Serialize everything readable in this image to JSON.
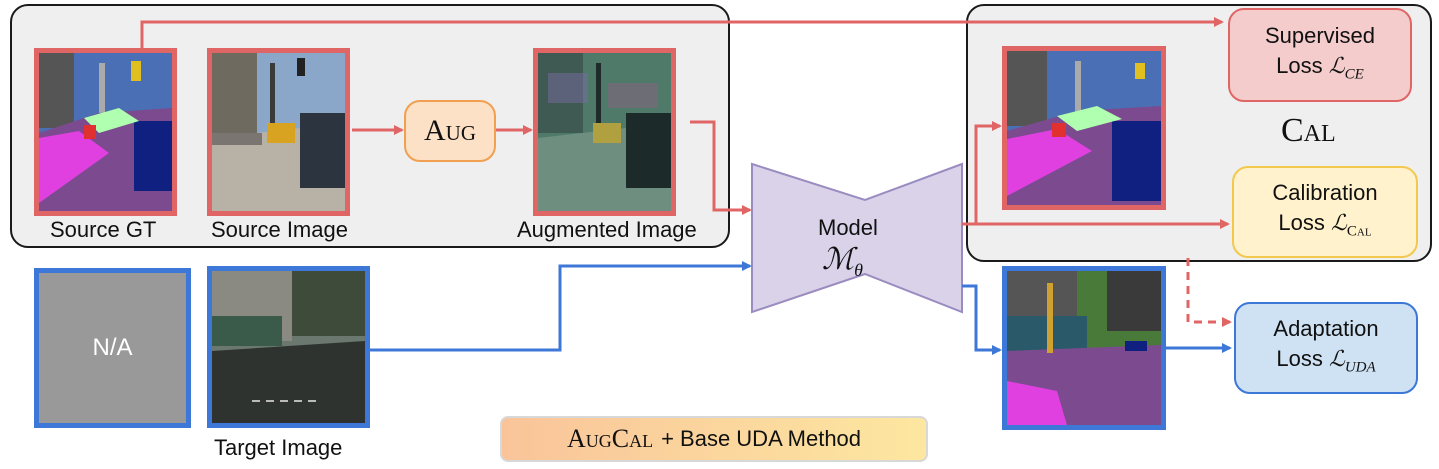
{
  "images": {
    "source_gt": {
      "caption": "Source GT"
    },
    "source_image": {
      "caption": "Source Image"
    },
    "augmented_image": {
      "caption": "Augmented Image"
    },
    "na_box": {
      "label": "N/A"
    },
    "target_image": {
      "caption": "Target Image"
    }
  },
  "aug_box": {
    "label": "Aug"
  },
  "model": {
    "label": "Model",
    "symbol_main": "ℳ",
    "symbol_sub": "θ"
  },
  "cal_label": "Cal",
  "losses": {
    "supervised": {
      "line1": "Supervised",
      "line2_prefix": "Loss",
      "symbol": "ℒ",
      "sub": "CE"
    },
    "calibration": {
      "line1": "Calibration",
      "line2_prefix": "Loss",
      "symbol": "ℒ",
      "sub": "Cal"
    },
    "adaptation": {
      "line1": "Adaptation",
      "line2_prefix": "Loss",
      "symbol": "ℒ",
      "sub": "UDA"
    }
  },
  "footer": {
    "method": "AugCal",
    "suffix": "+ Base UDA Method"
  },
  "colors": {
    "red": "#e06666",
    "blue": "#3d77d8",
    "panel_bg": "#efefef",
    "aug_fill": "#fde1c6",
    "aug_border": "#f0a050",
    "model_fill": "#d9d2e9",
    "model_border": "#9a8cc0",
    "supervised_fill": "#f4cccc",
    "calibration_fill": "#fff2cc",
    "calibration_border": "#f2c94c",
    "adaptation_fill": "#cfe2f3",
    "na_fill": "#999999"
  }
}
